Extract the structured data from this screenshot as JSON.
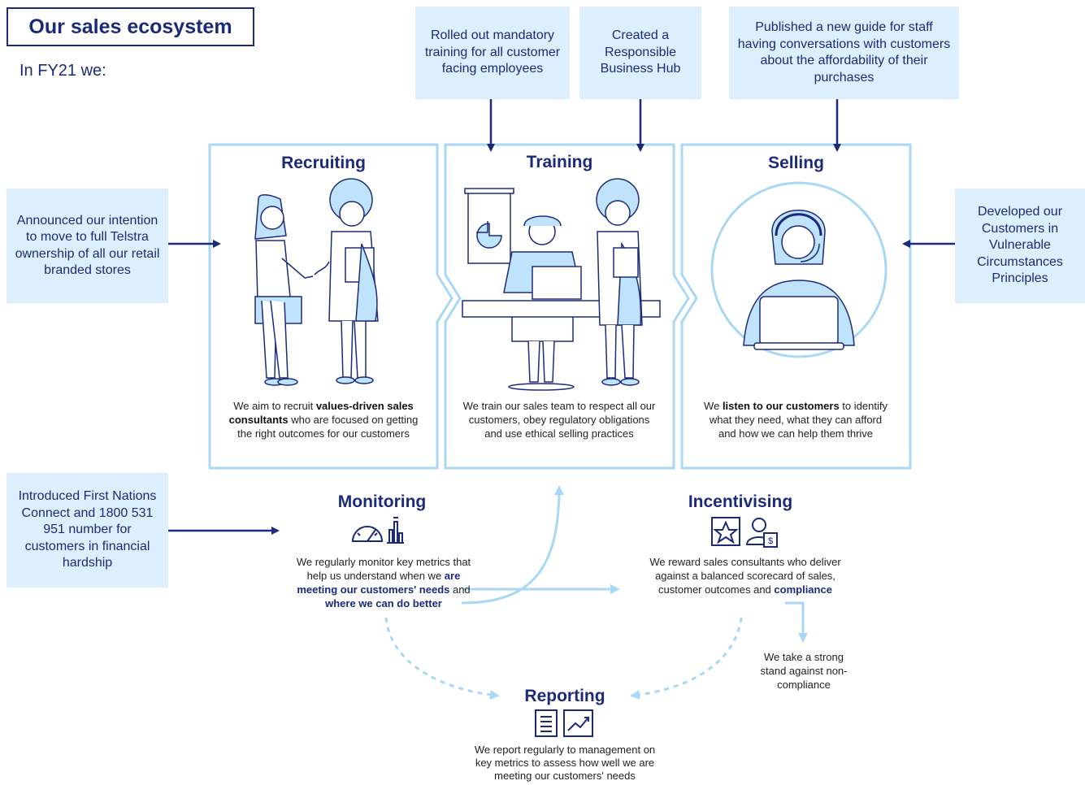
{
  "title": "Our sales ecosystem",
  "subtitle": "In FY21 we:",
  "notes": {
    "training_rollout": "Rolled out mandatory training for all customer facing employees",
    "responsible_hub": "Created a Responsible Business Hub",
    "affordability_guide": "Published a new guide for staff having conversations with customers about the affordability of their purchases",
    "retail_ownership": "Announced our intention to move to full Telstra ownership of all our retail branded stores",
    "vulnerable_principles": "Developed our Customers in Vulnerable Circumstances Principles",
    "first_nations": "Introduced First Nations Connect and 1800 531 951 number for customers in financial hardship"
  },
  "recruiting": {
    "heading": "Recruiting",
    "desc_1": "We aim to recruit ",
    "desc_bold": "values-driven sales consultants",
    "desc_2": " who are focused on getting the right outcomes for our customers"
  },
  "training": {
    "heading": "Training",
    "desc": "We train our sales team to respect all our customers, obey regulatory obligations and use ethical selling practices"
  },
  "selling": {
    "heading": "Selling",
    "desc_1": "We ",
    "desc_bold": "listen to our customers",
    "desc_2": " to identify what they need, what they can afford and how we can help them thrive"
  },
  "monitoring": {
    "heading": "Monitoring",
    "desc_1": "We regularly monitor key metrics that help us understand when we ",
    "desc_hl1": "are meeting our customers' needs",
    "desc_2": " and ",
    "desc_hl2": "where we can do better"
  },
  "incentivising": {
    "heading": "Incentivising",
    "desc_1": "We reward sales consultants who deliver against a balanced scorecard of sales, customer outcomes and ",
    "desc_hl": "compliance"
  },
  "noncompliance": "We take a strong stand against non-compliance",
  "reporting": {
    "heading": "Reporting",
    "desc": "We report regularly to management on key metrics to assess how well we are meeting our customers' needs"
  },
  "icons": [
    "speedometer-icon",
    "bar-chart-icon",
    "star-icon",
    "person-dollar-icon",
    "document-list-icon",
    "trend-chart-icon"
  ],
  "colors": {
    "navy": "#1c2a7a",
    "light_blue": "#ddeffc",
    "panel_border": "#a9d8f5",
    "flow_arrow": "#9fd3f5"
  }
}
